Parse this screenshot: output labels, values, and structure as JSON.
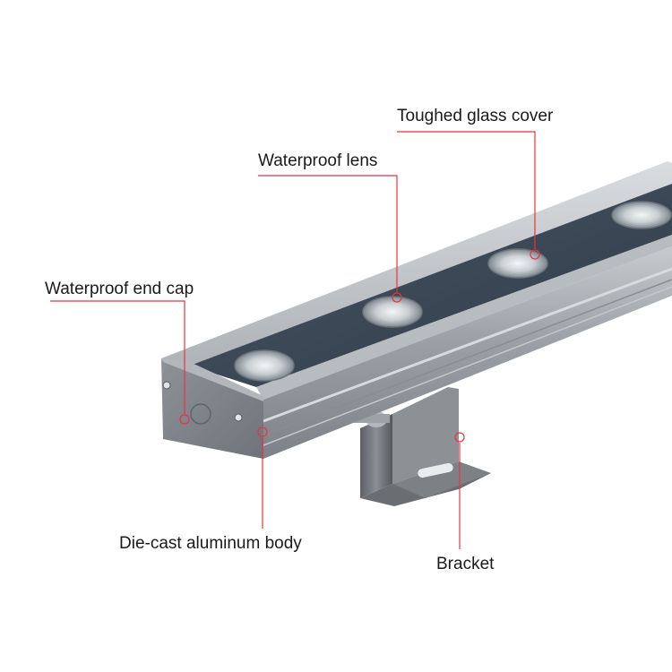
{
  "callouts": {
    "glass_cover": "Toughed glass cover",
    "lens": "Waterproof lens",
    "end_cap": "Waterproof end cap",
    "body": "Die-cast aluminum body",
    "bracket": "Bracket"
  },
  "colors": {
    "leader_line": "#e8343c",
    "housing": "#9ea3a8",
    "glass": "#3b4756",
    "bracket": "#6e7278",
    "background": "#ffffff"
  }
}
